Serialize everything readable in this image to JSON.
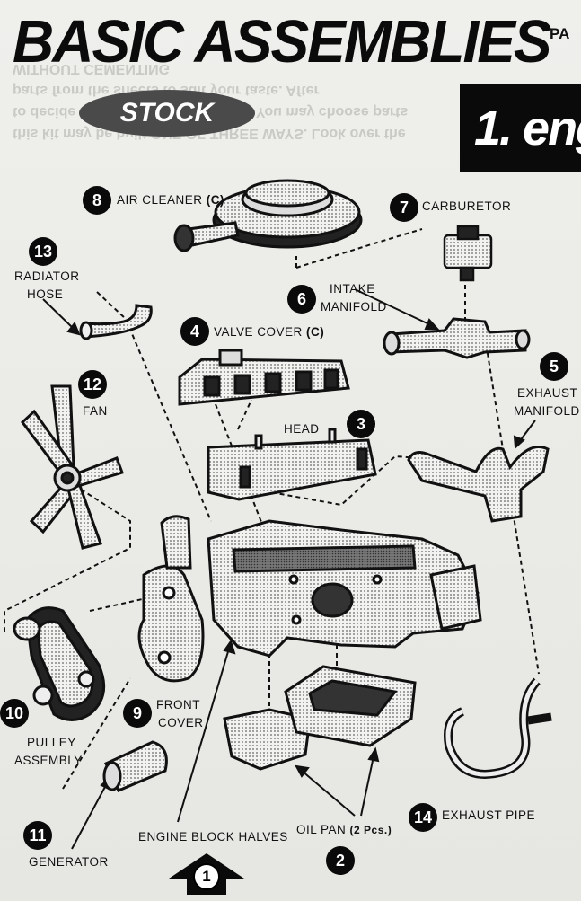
{
  "header": {
    "title": "BASIC ASSEMBLIES",
    "page_tag": "PA",
    "badge": "STOCK",
    "section": "1. eng"
  },
  "ghost_text": [
    "this kit may be built ONE OF THREE WAYS. Look over the",
    "to decide before you start building. You may choose parts",
    "parts from the sheets to suit your taste. After",
    "WITHOUT CEMENTING"
  ],
  "parts": [
    {
      "num": "8",
      "label": "AIR CLEANER",
      "suffix": "(C)"
    },
    {
      "num": "7",
      "label": "CARBURETOR"
    },
    {
      "num": "13",
      "label_lines": [
        "RADIATOR",
        "HOSE"
      ]
    },
    {
      "num": "6",
      "label_lines": [
        "INTAKE",
        "MANIFOLD"
      ]
    },
    {
      "num": "4",
      "label": "VALVE COVER",
      "suffix": "(C)"
    },
    {
      "num": "5",
      "label_lines": [
        "EXHAUST",
        "MANIFOLD"
      ]
    },
    {
      "num": "12",
      "label": "FAN"
    },
    {
      "num": "3",
      "label": "HEAD"
    },
    {
      "num": "10",
      "label_lines": [
        "PULLEY",
        "ASSEMBLY"
      ]
    },
    {
      "num": "9",
      "label_lines": [
        "FRONT",
        "COVER"
      ]
    },
    {
      "num": "11",
      "label": "GENERATOR"
    },
    {
      "num": "1",
      "label": "ENGINE BLOCK HALVES"
    },
    {
      "num": "2",
      "label": "OIL PAN",
      "suffix": "(2 Pcs.)"
    },
    {
      "num": "14",
      "label": "EXHAUST PIPE"
    }
  ]
}
